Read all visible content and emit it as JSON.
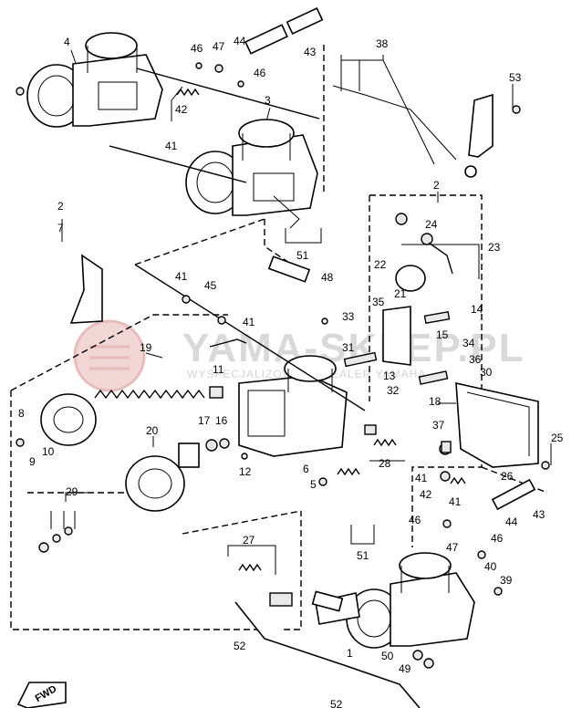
{
  "watermark": {
    "brand": "YAMA-SKLEP.PL",
    "subtitle": "WYSPECJALIZOWANY DEALER YAMAHA"
  },
  "orientation_badge": "FWD",
  "callouts": [
    "1",
    "2",
    "3",
    "4",
    "5",
    "6",
    "7",
    "8",
    "9",
    "10",
    "11",
    "12",
    "13",
    "14",
    "15",
    "16",
    "17",
    "18",
    "19",
    "20",
    "21",
    "22",
    "23",
    "24",
    "25",
    "26",
    "27",
    "28",
    "29",
    "30",
    "31",
    "32",
    "33",
    "34",
    "35",
    "36",
    "37",
    "38",
    "39",
    "40",
    "41",
    "42",
    "43",
    "44",
    "45",
    "46",
    "47",
    "48",
    "49",
    "50",
    "51",
    "52",
    "53"
  ],
  "labels": {
    "n1": "1",
    "n2a": "2",
    "n2b": "2",
    "n3": "3",
    "n4": "4",
    "n5": "5",
    "n6": "6",
    "n7": "7",
    "n8": "8",
    "n9": "9",
    "n10": "10",
    "n11": "11",
    "n12": "12",
    "n13": "13",
    "n14": "14",
    "n15": "15",
    "n16": "16",
    "n17": "17",
    "n18": "18",
    "n19": "19",
    "n20": "20",
    "n21": "21",
    "n22": "22",
    "n23": "23",
    "n24": "24",
    "n25": "25",
    "n26": "26",
    "n27": "27",
    "n28": "28",
    "n29": "29",
    "n30": "30",
    "n31": "31",
    "n32": "32",
    "n33": "33",
    "n34": "34",
    "n35": "35",
    "n36": "36",
    "n37": "37",
    "n38": "38",
    "n39": "39",
    "n40": "40",
    "n41a": "41",
    "n41b": "41",
    "n41c": "41",
    "n41d": "41",
    "n41e": "41",
    "n42a": "42",
    "n42b": "42",
    "n43a": "43",
    "n43b": "43",
    "n44a": "44",
    "n44b": "44",
    "n45": "45",
    "n46a": "46",
    "n46b": "46",
    "n46c": "46",
    "n46d": "46",
    "n47a": "47",
    "n47b": "47",
    "n48": "48",
    "n49": "49",
    "n50": "50",
    "n51a": "51",
    "n51b": "51",
    "n52a": "52",
    "n52b": "52",
    "n53": "53"
  }
}
